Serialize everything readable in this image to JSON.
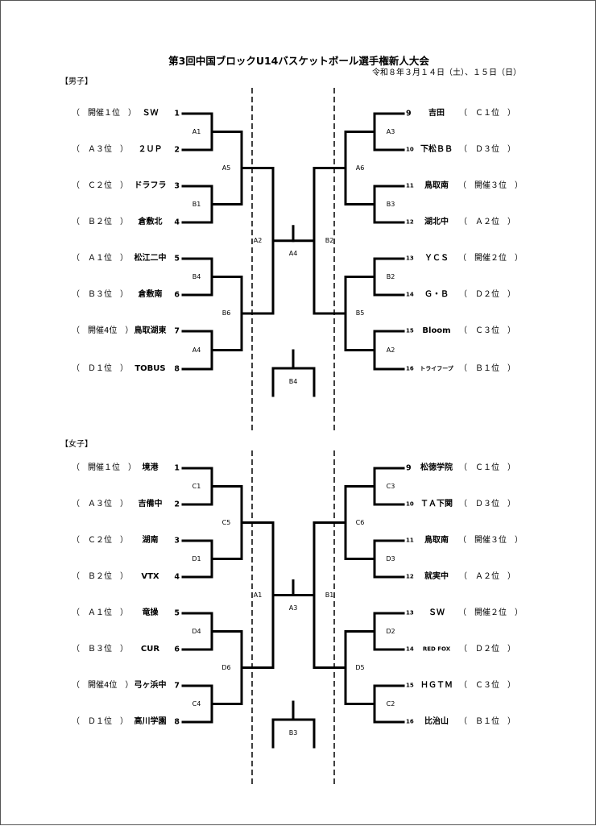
{
  "title": "第3回中国ブロックU14バスケットボール選手権新人大会",
  "dates": "令和８年３月１４日（土）、１５日（日）",
  "sections": [
    {
      "heading": "【男子】",
      "left_teams": [
        {
          "rank": "（　開催１位　）",
          "name": "ＳＷ",
          "num": "1"
        },
        {
          "rank": "（　Ａ３位　）",
          "name": "２ＵＰ",
          "num": "2"
        },
        {
          "rank": "（　Ｃ２位　）",
          "name": "ドラフラ",
          "num": "3"
        },
        {
          "rank": "（　Ｂ２位　）",
          "name": "倉敷北",
          "num": "4"
        },
        {
          "rank": "（　Ａ１位　）",
          "name": "松江二中",
          "num": "5"
        },
        {
          "rank": "（　Ｂ３位　）",
          "name": "倉敷南",
          "num": "6"
        },
        {
          "rank": "（　開催4位　）",
          "name": "鳥取湖東",
          "num": "7"
        },
        {
          "rank": "（　Ｄ１位　）",
          "name": "TOBUS",
          "num": "8"
        }
      ],
      "right_teams": [
        {
          "num": "9",
          "name": "吉田",
          "rank": "（　Ｃ１位　）"
        },
        {
          "num": "10",
          "name": "下松ＢＢ",
          "rank": "（　Ｄ３位　）"
        },
        {
          "num": "11",
          "name": "鳥取南",
          "rank": "（　開催３位　）"
        },
        {
          "num": "12",
          "name": "湖北中",
          "rank": "（　Ａ２位　）"
        },
        {
          "num": "13",
          "name": "ＹＣＳ",
          "rank": "（　開催２位　）"
        },
        {
          "num": "14",
          "name": "Ｇ・Ｂ",
          "rank": "（　Ｄ２位　）"
        },
        {
          "num": "15",
          "name": "Bloom",
          "rank": "（　Ｃ３位　）"
        },
        {
          "num": "16",
          "name": "トライフープ",
          "rank": "（　Ｂ１位　）"
        }
      ],
      "games": {
        "r1_left": [
          "A1",
          "B1",
          "B4",
          "A4"
        ],
        "r2_left": [
          "A5",
          "B6"
        ],
        "semi_left": "A2",
        "final": "A4",
        "semi_right": "B2",
        "r2_right": [
          "A6",
          "B5"
        ],
        "r1_right": [
          "A3",
          "B3",
          "B2",
          "A2"
        ],
        "third": "B4"
      }
    },
    {
      "heading": "【女子】",
      "left_teams": [
        {
          "rank": "（　開催１位　）",
          "name": "境港",
          "num": "1"
        },
        {
          "rank": "（　Ａ３位　）",
          "name": "吉備中",
          "num": "2"
        },
        {
          "rank": "（　Ｃ２位　）",
          "name": "湖南",
          "num": "3"
        },
        {
          "rank": "（　Ｂ２位　）",
          "name": "VTX",
          "num": "4"
        },
        {
          "rank": "（　Ａ１位　）",
          "name": "竜操",
          "num": "5"
        },
        {
          "rank": "（　Ｂ３位　）",
          "name": "CUR",
          "num": "6"
        },
        {
          "rank": "（　開催4位　）",
          "name": "弓ヶ浜中",
          "num": "7"
        },
        {
          "rank": "（　Ｄ１位　）",
          "name": "高川学園",
          "num": "8"
        }
      ],
      "right_teams": [
        {
          "num": "9",
          "name": "松徳学院",
          "rank": "（　Ｃ１位　）"
        },
        {
          "num": "10",
          "name": "ＴＡ下関",
          "rank": "（　Ｄ３位　）"
        },
        {
          "num": "11",
          "name": "鳥取南",
          "rank": "（　開催３位　）"
        },
        {
          "num": "12",
          "name": "就実中",
          "rank": "（　Ａ２位　）"
        },
        {
          "num": "13",
          "name": "ＳＷ",
          "rank": "（　開催２位　）"
        },
        {
          "num": "14",
          "name": "RED FOX",
          "rank": "（　Ｄ２位　）"
        },
        {
          "num": "15",
          "name": "ＨＧＴＭ",
          "rank": "（　Ｃ３位　）"
        },
        {
          "num": "16",
          "name": "比治山",
          "rank": "（　Ｂ１位　）"
        }
      ],
      "games": {
        "r1_left": [
          "C1",
          "D1",
          "D4",
          "C4"
        ],
        "r2_left": [
          "C5",
          "D6"
        ],
        "semi_left": "A1",
        "final": "A3",
        "semi_right": "B1",
        "r2_right": [
          "C6",
          "D5"
        ],
        "r1_right": [
          "C3",
          "D3",
          "D2",
          "C2"
        ],
        "third": "B3"
      }
    }
  ]
}
